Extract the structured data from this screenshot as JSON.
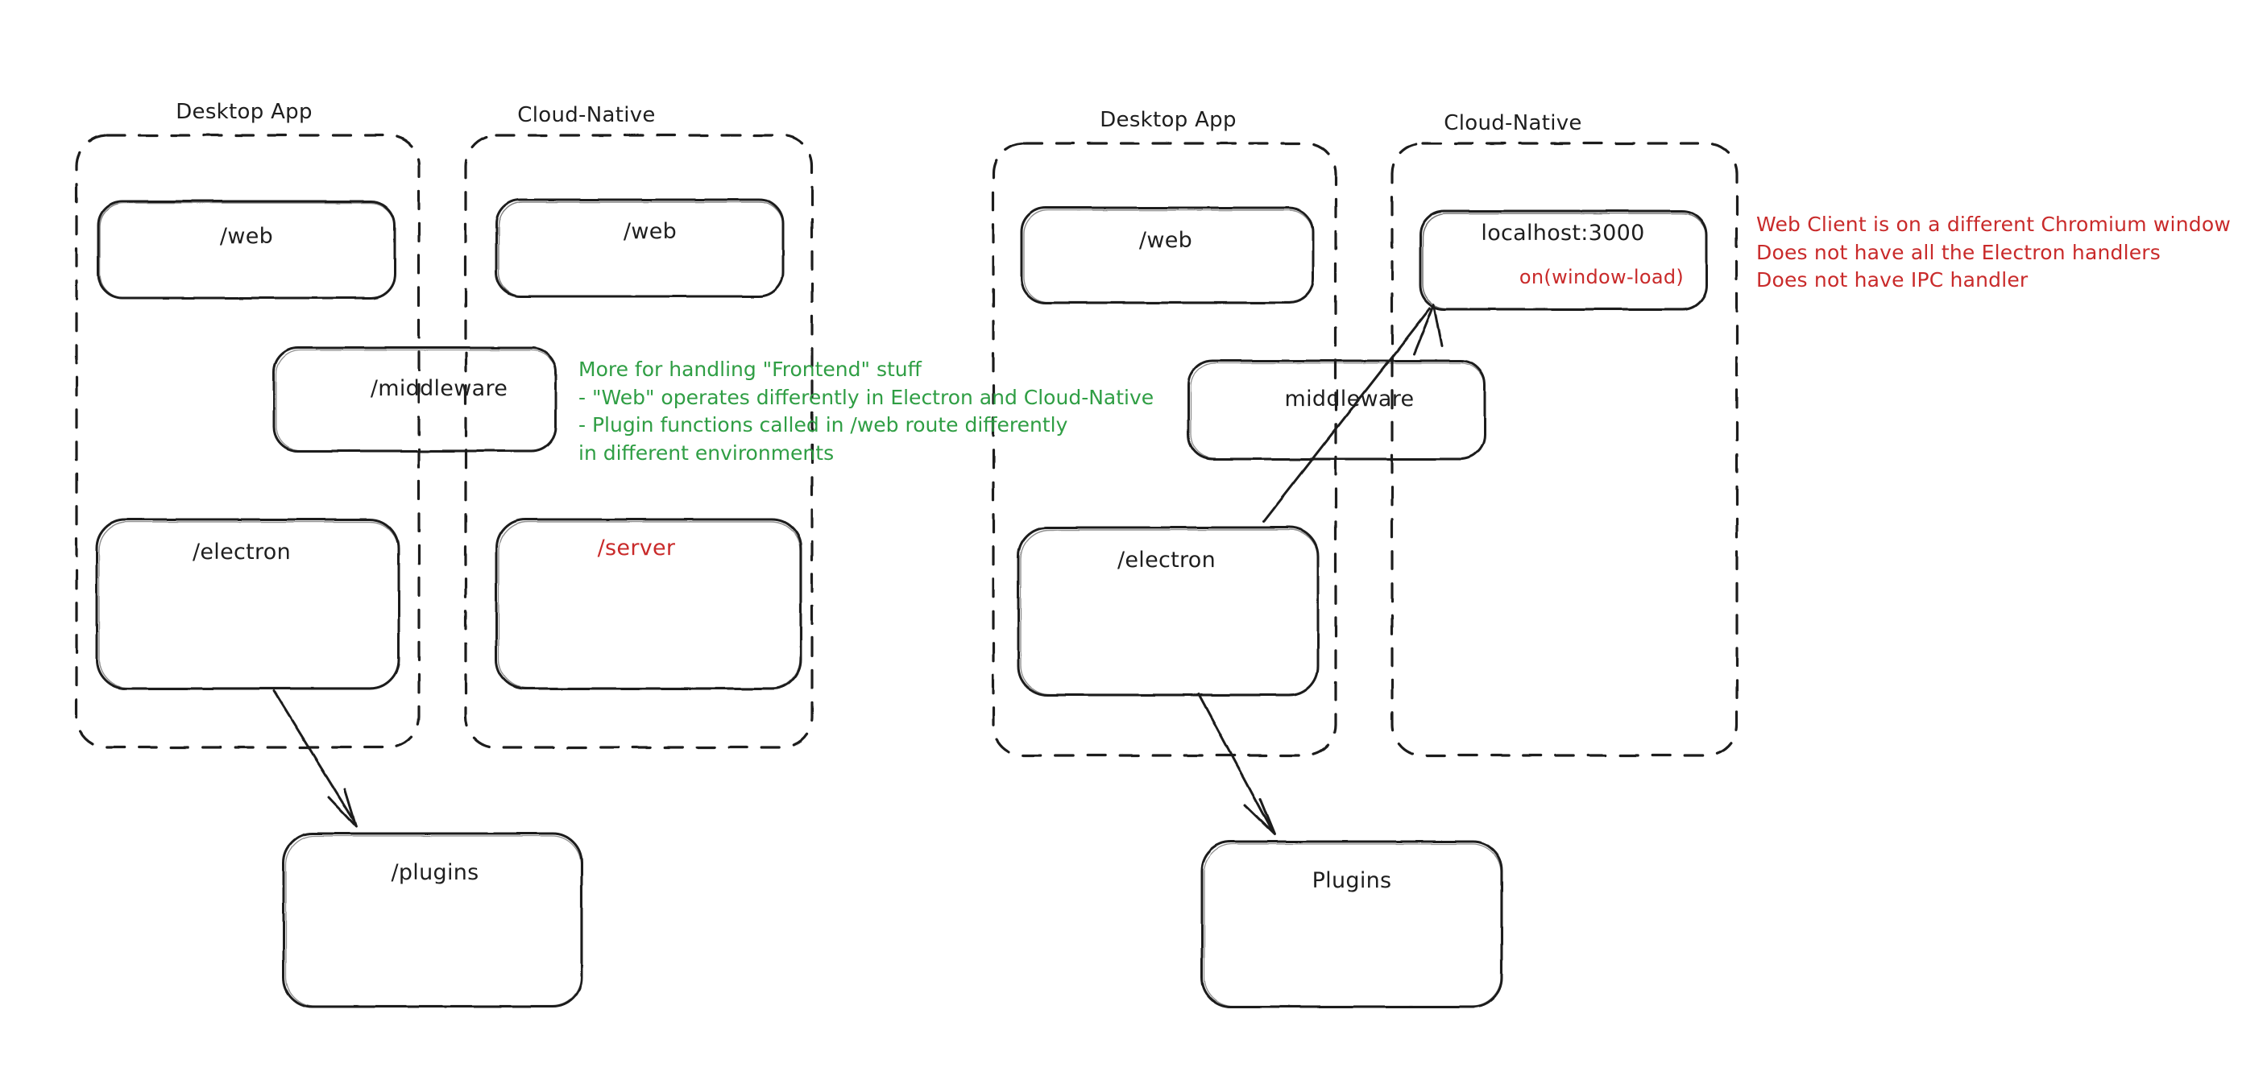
{
  "diagram": {
    "title": "Electron Desktop App vs Cloud-Native architecture comparison",
    "type": "hand-drawn-architecture-diagram",
    "colors": {
      "stroke": "#1e1e1e",
      "green_note": "#2f9e44",
      "red_note": "#c92a2a",
      "background": "#ffffff"
    }
  },
  "left_diagram": {
    "groups": [
      {
        "id": "left-desktop-app",
        "title": "Desktop App"
      },
      {
        "id": "left-cloud-native",
        "title": "Cloud-Native"
      }
    ],
    "boxes": [
      {
        "id": "left-desktop-web",
        "label": "/web",
        "color": "black"
      },
      {
        "id": "left-cloud-web",
        "label": "/web",
        "color": "black"
      },
      {
        "id": "left-middleware",
        "label": "/middleware",
        "color": "black"
      },
      {
        "id": "left-electron",
        "label": "/electron",
        "color": "black"
      },
      {
        "id": "left-server",
        "label": "/server",
        "color": "red"
      },
      {
        "id": "left-plugins",
        "label": "/plugins",
        "color": "black"
      }
    ],
    "green_note": "More for handling \"Frontend\" stuff\n- \"Web\" operates differently in Electron and Cloud-Native\n- Plugin functions called in /web route differently\nin different environments",
    "arrows": [
      {
        "from": "left-electron",
        "to": "left-plugins"
      }
    ]
  },
  "right_diagram": {
    "groups": [
      {
        "id": "right-desktop-app",
        "title": "Desktop App"
      },
      {
        "id": "right-cloud-native",
        "title": "Cloud-Native"
      }
    ],
    "boxes": [
      {
        "id": "right-desktop-web",
        "label": "/web",
        "color": "black"
      },
      {
        "id": "right-localhost",
        "label": "localhost:3000",
        "sub_label": "on(window-load)",
        "color": "black"
      },
      {
        "id": "right-middleware",
        "label": "middleware",
        "color": "black"
      },
      {
        "id": "right-electron",
        "label": "/electron",
        "color": "black"
      },
      {
        "id": "right-plugins",
        "label": "Plugins",
        "color": "black"
      }
    ],
    "red_note": "Web Client is on a different Chromium window\nDoes not have all the Electron handlers\nDoes not have IPC handler",
    "arrows": [
      {
        "from": "right-electron",
        "to": "right-localhost"
      },
      {
        "from": "right-electron",
        "to": "right-plugins"
      }
    ]
  }
}
